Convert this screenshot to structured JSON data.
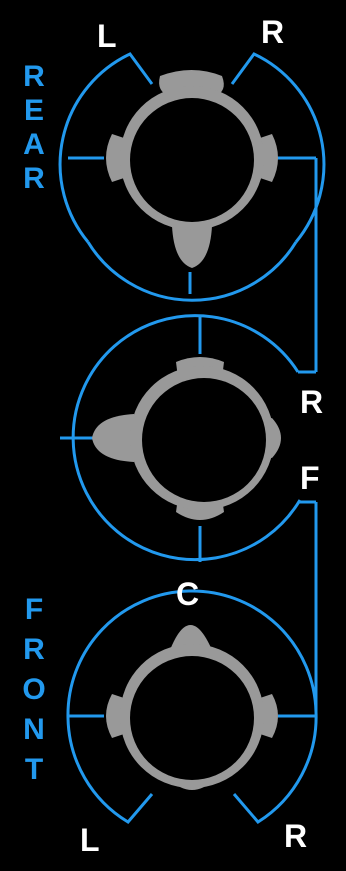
{
  "panel": {
    "colors": {
      "background": "#000000",
      "accent": "#2299ee",
      "knob": "#999999",
      "label": "#ffffff"
    },
    "rear": {
      "word": [
        "R",
        "E",
        "A",
        "R"
      ],
      "labels": {
        "left": "L",
        "right": "R"
      }
    },
    "middle": {
      "labels": {
        "rear": "R",
        "front": "F"
      }
    },
    "front": {
      "word": [
        "F",
        "R",
        "O",
        "N",
        "T"
      ],
      "labels": {
        "center": "C",
        "left": "L",
        "right": "R"
      }
    }
  }
}
